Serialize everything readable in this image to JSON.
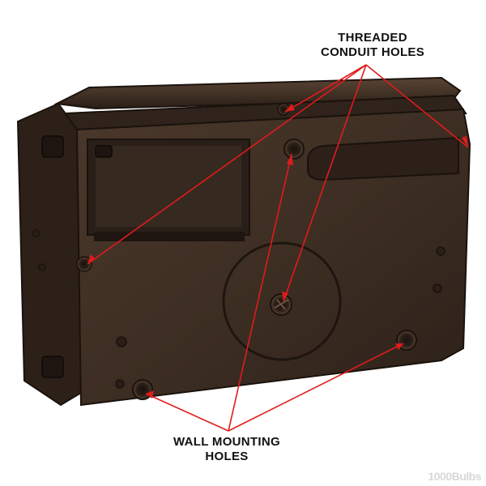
{
  "callouts": {
    "top": {
      "line1": "THREADED",
      "line2": "CONDUIT HOLES"
    },
    "bottom": {
      "line1": "WALL MOUNTING",
      "line2": "HOLES"
    }
  },
  "watermark": "1000Bulbs",
  "colors": {
    "fixture_body": "#3f2f24",
    "fixture_shadow": "#241912",
    "fixture_highlight": "#5a4535",
    "callout_line": "#e01b1b",
    "background": "#ffffff"
  }
}
